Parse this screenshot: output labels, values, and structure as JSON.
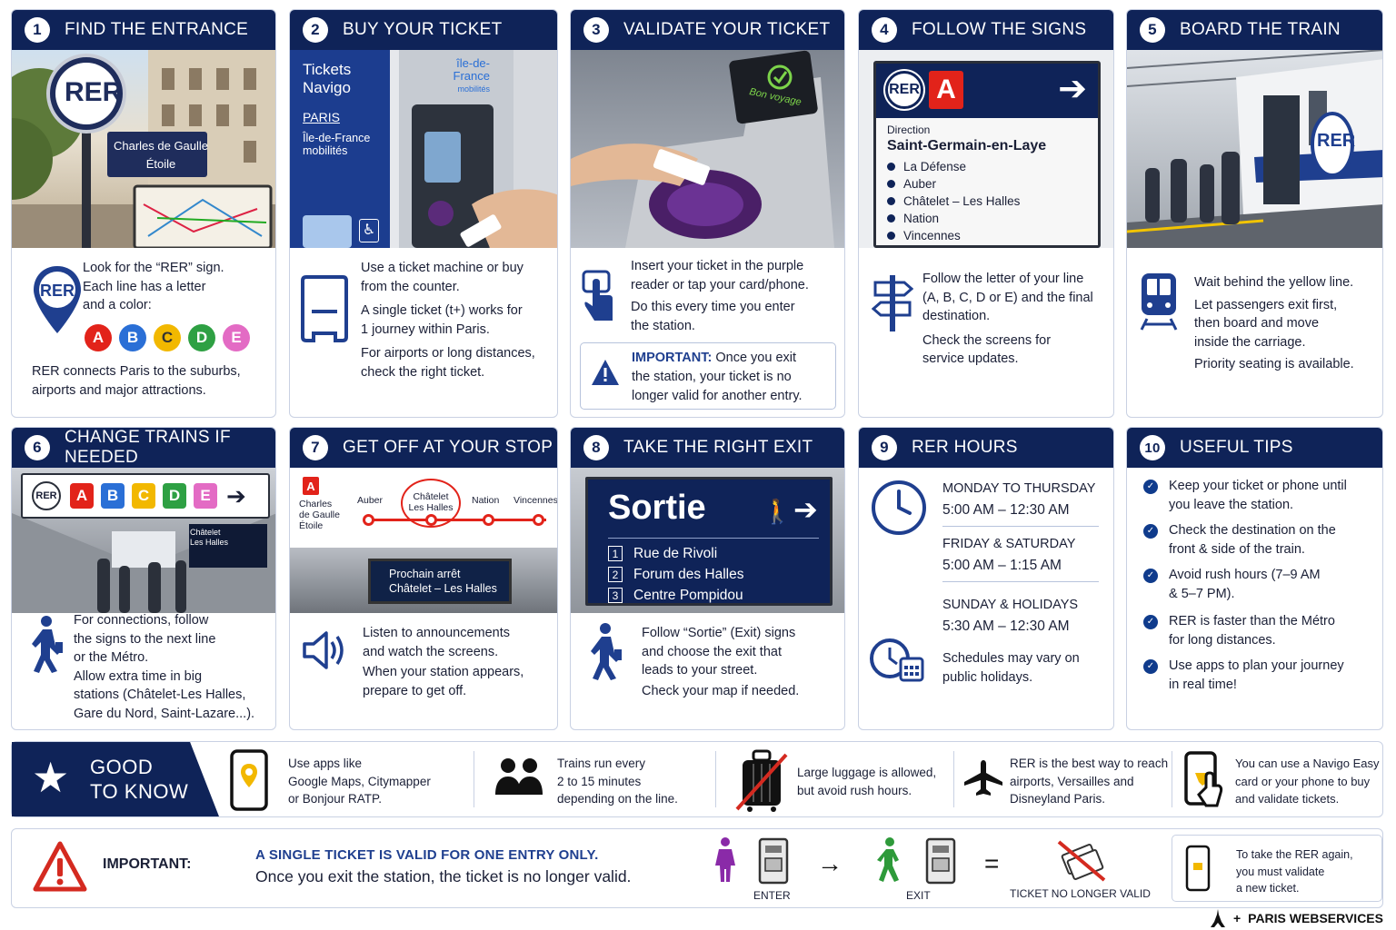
{
  "steps": [
    {
      "num": "1",
      "title": "FIND THE ENTRANCE"
    },
    {
      "num": "2",
      "title": "BUY YOUR TICKET"
    },
    {
      "num": "3",
      "title": "VALIDATE YOUR TICKET"
    },
    {
      "num": "4",
      "title": "FOLLOW THE SIGNS"
    },
    {
      "num": "5",
      "title": "BOARD THE TRAIN"
    },
    {
      "num": "6",
      "title": "CHANGE TRAINS IF NEEDED"
    },
    {
      "num": "7",
      "title": "GET OFF AT YOUR STOP"
    },
    {
      "num": "8",
      "title": "TAKE THE RIGHT EXIT"
    },
    {
      "num": "9",
      "title": "RER HOURS"
    },
    {
      "num": "10",
      "title": "USEFUL TIPS"
    }
  ],
  "s1": {
    "rer_sign": "RER",
    "station": [
      "Charles de Gaulle",
      "Étoile"
    ],
    "text1": "Look for the “RER” sign.",
    "text2": "Each line has a letter",
    "text3": "and a color:",
    "lines": [
      {
        "letter": "A",
        "color": "#e2231a"
      },
      {
        "letter": "B",
        "color": "#2a6fd6"
      },
      {
        "letter": "C",
        "color": "#f2b800"
      },
      {
        "letter": "D",
        "color": "#2ea043"
      },
      {
        "letter": "E",
        "color": "#e36bc4"
      }
    ],
    "text4": "RER connects Paris to the suburbs,",
    "text5": "airports and major attractions."
  },
  "s2": {
    "panel_title": [
      "Tickets",
      "Navigo"
    ],
    "panel_city": "PARIS",
    "panel_sub": [
      "Île-de-France",
      "mobilités"
    ],
    "machine_brand": [
      "île-de-France",
      "mobilités"
    ],
    "text1": "Use a ticket machine or buy",
    "text2": "from the counter.",
    "text3": "A single ticket (t+) works for",
    "text4": "1 journey within Paris.",
    "text5": "For airports or long distances,",
    "text6": "check the right ticket."
  },
  "s3": {
    "screen": "Bon voyage",
    "text1": "Insert your ticket in the purple",
    "text2": "reader or tap your card/phone.",
    "text3": "Do this every time you enter",
    "text4": "the station.",
    "imp_label": "IMPORTANT:",
    "imp1": " Once you exit",
    "imp2": "the station, your ticket is no",
    "imp3": "longer valid for another entry."
  },
  "s4": {
    "rer": "RER",
    "line": "A",
    "direction_label": "Direction",
    "destination": "Saint-Germain-en-Laye",
    "stops": [
      "La Défense",
      "Auber",
      "Châtelet – Les Halles",
      "Nation",
      "Vincennes"
    ],
    "text1": "Follow the letter of your line",
    "text2": "(A, B, C, D or E) and the final",
    "text3": "destination.",
    "text4": "Check the screens for",
    "text5": "service updates."
  },
  "s5": {
    "train_logo": "RER",
    "text1": "Wait behind the yellow line.",
    "text2": "Let passengers exit first,",
    "text3": "then board and move",
    "text4": "inside the carriage.",
    "text5": "Priority seating is available."
  },
  "s6": {
    "rer": "RER",
    "sign_small": [
      "Châtelet",
      "Les Halles"
    ],
    "text1": "For connections, follow",
    "text2": "the signs to the next line",
    "text3": "or the Métro.",
    "text4": "Allow extra time in big",
    "text5": "stations (Châtelet-Les Halles,",
    "text6": "Gare du Nord, Saint-Lazare...)."
  },
  "s7": {
    "line": "A",
    "map_stops": [
      "Charles de Gaulle Étoile",
      "Auber",
      "Châtelet Les Halles",
      "Nation",
      "Vincennes"
    ],
    "screen1": "Prochain arrêt",
    "screen2": "Châtelet – Les Halles",
    "text1": "Listen to announcements",
    "text2": "and watch the screens.",
    "text3": "When your station appears,",
    "text4": "prepare to get off."
  },
  "s8": {
    "sign_title": "Sortie",
    "exits": [
      {
        "n": "1",
        "name": "Rue de Rivoli"
      },
      {
        "n": "2",
        "name": "Forum des Halles"
      },
      {
        "n": "3",
        "name": "Centre Pompidou"
      }
    ],
    "text1": "Follow “Sortie” (Exit) signs",
    "text2": "and choose the exit that",
    "text3": "leads to your street.",
    "text4": "Check your map if needed."
  },
  "s9": {
    "rows": [
      {
        "days": "MONDAY TO THURSDAY",
        "hours": "5:00 AM – 12:30 AM"
      },
      {
        "days": "FRIDAY & SATURDAY",
        "hours": "5:00 AM – 1:15 AM"
      },
      {
        "days": "SUNDAY & HOLIDAYS",
        "hours": "5:30 AM – 12:30 AM"
      }
    ],
    "note1": "Schedules may vary on",
    "note2": "public holidays."
  },
  "s10": {
    "tips": [
      [
        "Keep your ticket or phone until",
        "you leave the station."
      ],
      [
        "Check the destination on the",
        "front & side of the train."
      ],
      [
        "Avoid rush hours (7–9 AM",
        "& 5–7 PM)."
      ],
      [
        "RER is faster than the Métro",
        "for long distances."
      ],
      [
        "Use apps to plan your journey",
        "in real time!"
      ]
    ]
  },
  "good": {
    "title1": "GOOD",
    "title2": "TO KNOW",
    "items": [
      [
        "Use apps like",
        "Google Maps, Citymapper",
        "or Bonjour RATP."
      ],
      [
        "Trains run every",
        "2 to 15 minutes",
        "depending on the line."
      ],
      [
        "Large luggage is allowed,",
        "but avoid rush hours."
      ],
      [
        "RER is the best way to reach",
        "airports, Versailles and",
        "Disneyland Paris."
      ],
      [
        "You can use a Navigo Easy",
        "card or your phone to buy",
        "and validate tickets."
      ]
    ]
  },
  "important": {
    "label": "IMPORTANT:",
    "headline": "A SINGLE TICKET IS VALID FOR ONE ENTRY ONLY.",
    "sub": "Once you exit the station, the ticket is no longer valid.",
    "enter": "ENTER",
    "exit": "EXIT",
    "invalid": "TICKET NO LONGER VALID",
    "again": [
      "To take the RER again,",
      "you must validate",
      "a new ticket."
    ]
  },
  "footer": {
    "brand": "PARIS WEBSERVICES",
    "plus": "+"
  }
}
